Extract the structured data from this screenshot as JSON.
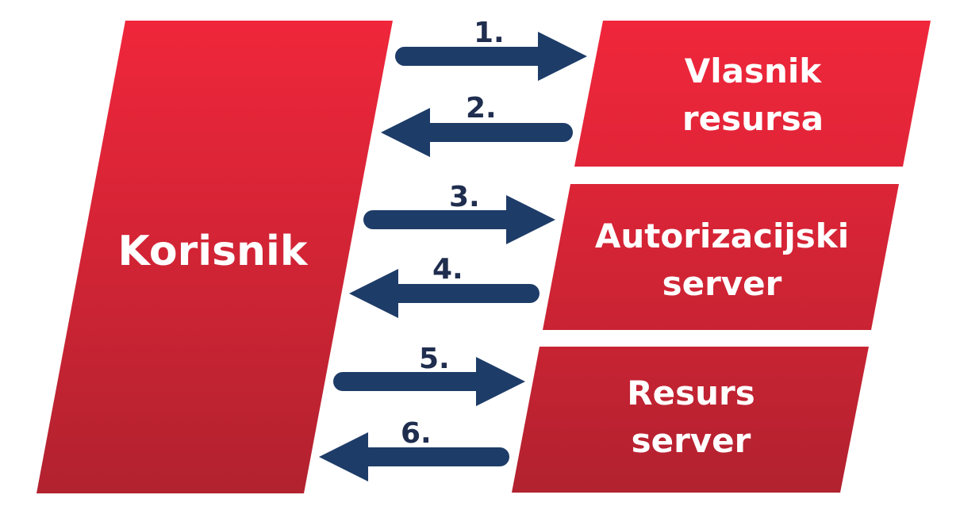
{
  "nodes": {
    "user": {
      "label": "Korisnik"
    },
    "owner": {
      "line1": "Vlasnik",
      "line2": "resursa"
    },
    "auth_server": {
      "line1": "Autorizacijski",
      "line2": "server"
    },
    "resource_server": {
      "line1": "Resurs",
      "line2": "server"
    }
  },
  "steps": [
    {
      "label": "1.",
      "direction": "right"
    },
    {
      "label": "2.",
      "direction": "left"
    },
    {
      "label": "3.",
      "direction": "right"
    },
    {
      "label": "4.",
      "direction": "left"
    },
    {
      "label": "5.",
      "direction": "right"
    },
    {
      "label": "6.",
      "direction": "left"
    }
  ],
  "colors": {
    "block_top": "#f0263b",
    "block_bottom": "#b2222f",
    "arrow": "#1e3c68",
    "step_text": "#1f2d4e"
  }
}
